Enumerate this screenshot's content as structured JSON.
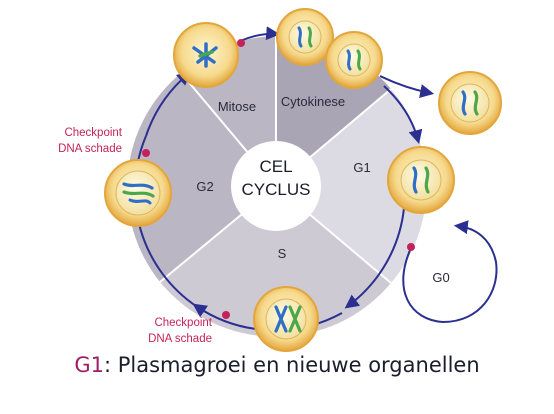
{
  "center": {
    "line1": "CEL",
    "line2": "CYCLUS"
  },
  "phases": {
    "mitose": "Mitose",
    "cytokinese": "Cytokinese",
    "g1": "G1",
    "s": "S",
    "g2": "G2",
    "g0": "G0"
  },
  "checkpoints": {
    "top": {
      "line1": "Checkpoint",
      "line2": "DNA schade"
    },
    "bottom": {
      "line1": "Checkpoint",
      "line2": "DNA schade"
    }
  },
  "caption": {
    "phase": "G1",
    "text": ": Plasmagroei en nieuwe organellen"
  },
  "colors": {
    "sector_dark": "#a9a5b4",
    "sector_mid": "#bab6c4",
    "sector_light": "#cdcad4",
    "sector_lightest": "#dcdae2",
    "arrow": "#2b2f8f",
    "checkpoint": "#c4235a",
    "cell_fill": "#f6d98c",
    "cell_rim": "#e9b54b",
    "nucleus": "#fbeeb8"
  }
}
